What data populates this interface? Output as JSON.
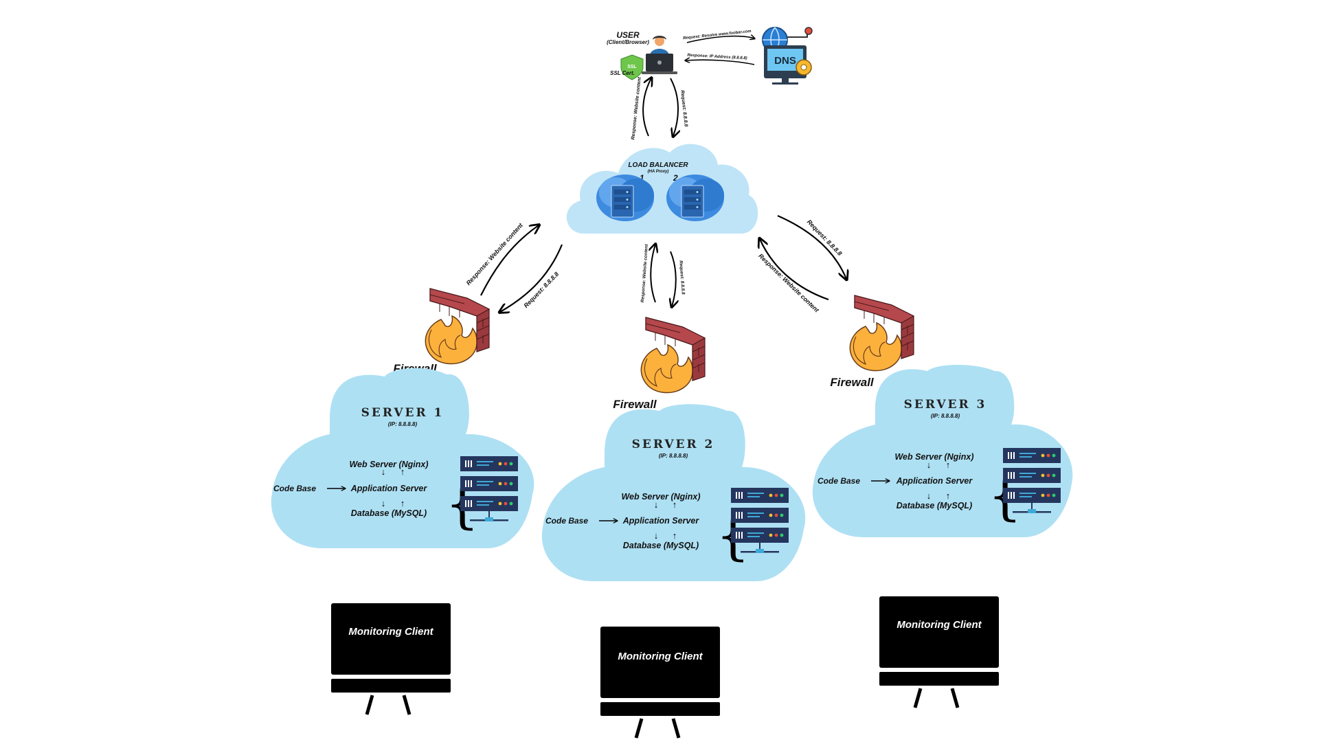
{
  "user": {
    "title": "USER",
    "subtitle": "(Client/Browser)",
    "ssl_badge": "SSL",
    "ssl_label": "SSL Cert."
  },
  "dns": {
    "label": "DNS",
    "request_label": "Request: Resolve www.foobar.com",
    "response_label": "Response: IP Address (8.8.8.8)"
  },
  "user_lb_links": {
    "response_label": "Response: Website content",
    "request_label": "Request: 8.8.8.8"
  },
  "load_balancer": {
    "title": "LOAD BALANCER",
    "subtitle": "(HA Proxy)",
    "node1": "1",
    "node2": "2"
  },
  "links": {
    "left_response": "Response: Website content",
    "left_request": "Request: 8.8.8.8",
    "mid_response": "Response: Website content",
    "mid_request": "Request: 8.8.8.8",
    "right_request": "Request: 8.8.8.8",
    "right_response": "Response: Website content"
  },
  "servers": [
    {
      "firewall_label": "Firewall",
      "title": "SERVER 1",
      "ip": "(IP: 8.8.8.8)",
      "web_server": "Web Server (Nginx)",
      "code_base": "Code Base",
      "app_server": "Application Server",
      "database": "Database (MySQL)",
      "monitor": "Monitoring Client"
    },
    {
      "firewall_label": "Firewall",
      "title": "SERVER 2",
      "ip": "(IP: 8.8.8.8)",
      "web_server": "Web Server (Nginx)",
      "code_base": "Code Base",
      "app_server": "Application Server",
      "database": "Database (MySQL)",
      "monitor": "Monitoring Client"
    },
    {
      "firewall_label": "Firewall",
      "title": "SERVER 3",
      "ip": "(IP: 8.8.8.8)",
      "web_server": "Web Server (Nginx)",
      "code_base": "Code Base",
      "app_server": "Application Server",
      "database": "Database (MySQL)",
      "monitor": "Monitoring Client"
    }
  ],
  "colors": {
    "cloud": "#aee0f3",
    "lb_cloud": "#bfe4f7",
    "server_rack": "#24365e",
    "brick": "#9b3a3e",
    "flame": "#fbb13c",
    "monitor": "#000000"
  }
}
